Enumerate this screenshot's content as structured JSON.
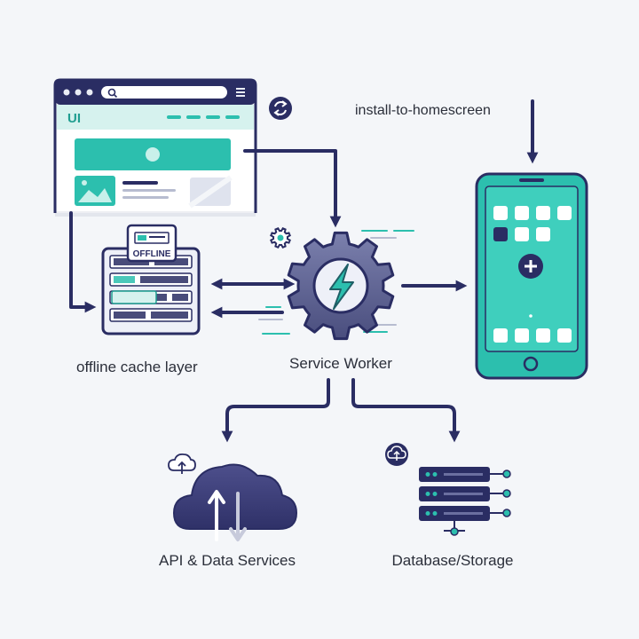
{
  "labels": {
    "install": "install-to-homescreen",
    "cache": "offline cache layer",
    "worker": "Service Worker",
    "api": "API & Data Services",
    "database": "Database/Storage"
  },
  "browser": {
    "logo": "UI"
  },
  "cache_badge": "OFFLINE",
  "icons": {
    "sync": "sync-icon",
    "gear": "gear-icon",
    "lightning": "lightning-icon",
    "cloud": "cloud-icon",
    "server": "server-icon",
    "plus": "plus-icon"
  },
  "colors": {
    "navy": "#2a2d63",
    "teal": "#2cbfae",
    "teal_dark": "#1f9e90",
    "gear": "#5b5f8f",
    "bg": "#f4f6f9"
  }
}
